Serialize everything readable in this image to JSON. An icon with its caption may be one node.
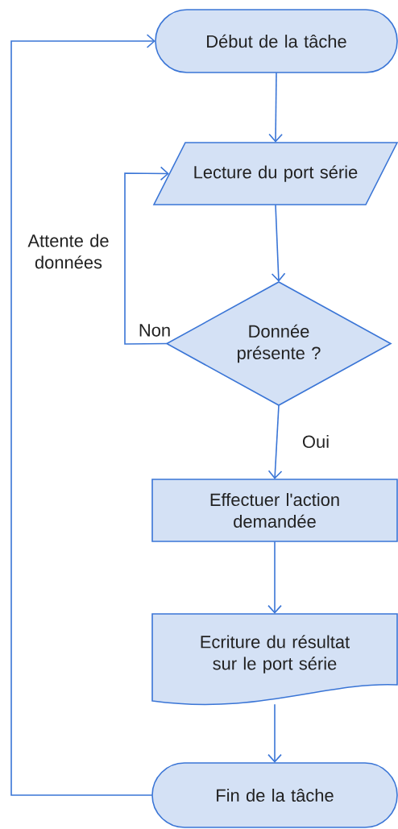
{
  "diagram": {
    "nodes": [
      {
        "text": [
          "Début de la tâche"
        ]
      },
      {
        "text": [
          "Lecture du port série"
        ]
      },
      {
        "text": [
          "Donnée présente ?"
        ]
      },
      {
        "text": [
          "Effectuer l'action demandée"
        ]
      },
      {
        "text": [
          "Ecriture du résultat sur le port série"
        ]
      },
      {
        "text": [
          "Fin de la tâche"
        ]
      }
    ],
    "edges": [
      {
        "from": 0,
        "to": 1,
        "arrow": "to"
      },
      {
        "from": 1,
        "to": 2,
        "arrow": "to"
      },
      {
        "from": 2,
        "to": 1,
        "arrow": "to",
        "label": "Non"
      },
      {
        "from": 2,
        "to": 3,
        "arrow": "to",
        "label": "Oui"
      },
      {
        "from": 3,
        "to": 4,
        "arrow": "to"
      },
      {
        "from": 4,
        "to": 5,
        "arrow": "to"
      },
      {
        "from": 5,
        "to": 0,
        "arrow": "to"
      }
    ],
    "labels": [
      "Attente de données"
    ]
  }
}
